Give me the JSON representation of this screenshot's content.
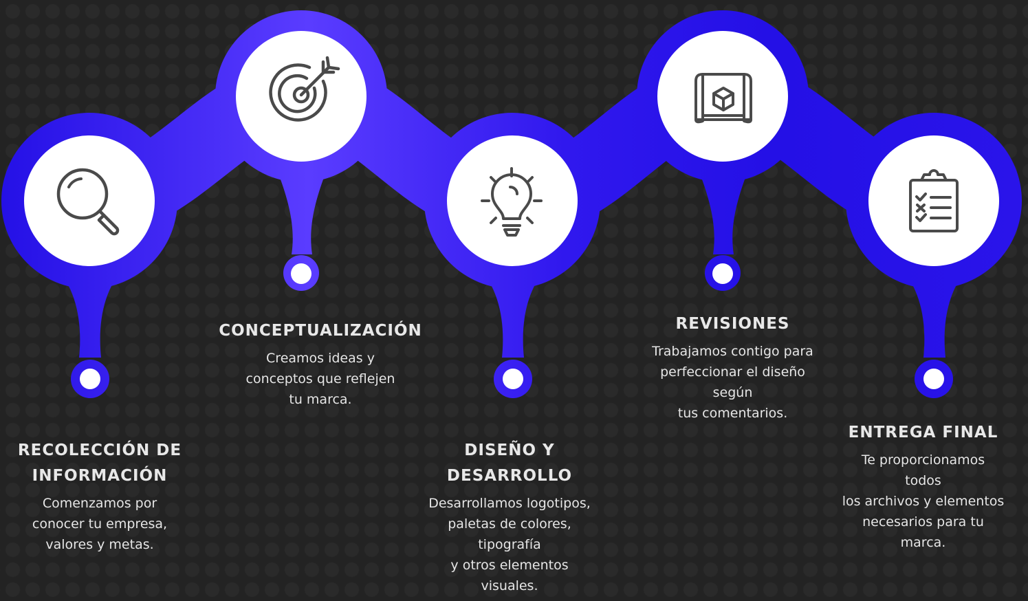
{
  "colors": {
    "background": "#232323",
    "accent_deep": "#2a10e8",
    "accent_light": "#5a3cff",
    "circle": "#ffffff",
    "icon_stroke": "#4a4a4a",
    "text": "#e6e6e6"
  },
  "steps": [
    {
      "icon": "magnifier-icon",
      "title_lines": [
        "RECOLECCIÓN DE",
        "INFORMACIÓN"
      ],
      "desc_lines": [
        "Comenzamos por",
        "conocer tu empresa,",
        "valores y metas."
      ]
    },
    {
      "icon": "target-icon",
      "title_lines": [
        "CONCEPTUALIZACIÓN"
      ],
      "desc_lines": [
        "Creamos ideas y",
        "conceptos que reflejen",
        "tu marca."
      ]
    },
    {
      "icon": "lightbulb-icon",
      "title_lines": [
        "DISEÑO Y",
        "DESARROLLO"
      ],
      "desc_lines": [
        "Desarrollamos logotipos,",
        "paletas de colores,",
        "tipografía",
        "y otros elementos",
        "visuales."
      ]
    },
    {
      "icon": "blueprint-icon",
      "title_lines": [
        "REVISIONES"
      ],
      "desc_lines": [
        "Trabajamos contigo para",
        "perfeccionar el diseño",
        "según",
        "tus comentarios."
      ]
    },
    {
      "icon": "clipboard-checklist-icon",
      "title_lines": [
        "ENTREGA FINAL"
      ],
      "desc_lines": [
        "Te proporcionamos",
        "todos",
        "los archivos y elementos",
        "necesarios para tu",
        "marca."
      ]
    }
  ]
}
